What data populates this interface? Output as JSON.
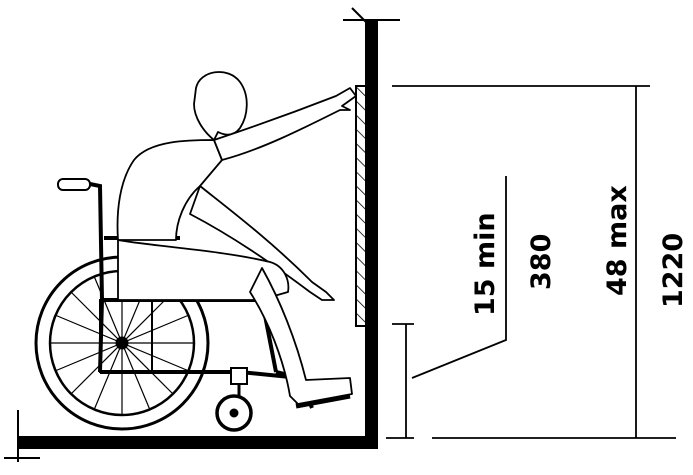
{
  "dimensions": {
    "low_reach": {
      "inches": "15 min",
      "mm": "380"
    },
    "high_reach": {
      "inches": "48 max",
      "mm": "1220"
    }
  },
  "icons": {
    "figure": "wheelchair-user-icon",
    "wall": "wall-icon",
    "control": "wall-control-hatched-icon"
  },
  "colors": {
    "line": "#000000",
    "background": "#ffffff"
  }
}
